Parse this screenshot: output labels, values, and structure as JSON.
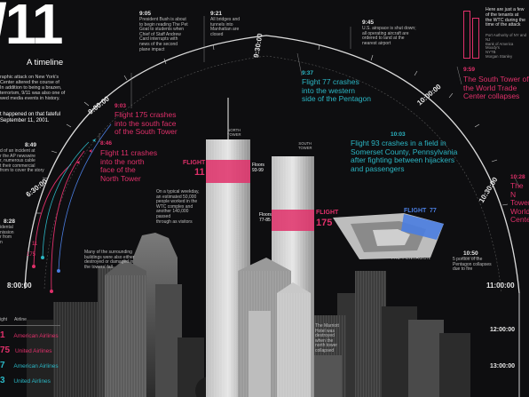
{
  "colors": {
    "background": "#0e0e10",
    "pink": "#e0306a",
    "cyan": "#2bb6c4",
    "blue": "#4a7de0",
    "text": "#e8e8e8",
    "note": "#bdbdbd"
  },
  "title": {
    "main": "/11",
    "subtitle": "A timeline"
  },
  "intro": {
    "text": "raphic attack on New York's\nCenter altered the course of\nIn addition to being a brazen,\nterrorism, 9/11 was also one of\nwed media events in history.",
    "lead": "t happened on that fateful\nSeptember 11, 2001."
  },
  "clock_labels": [
    "8:00:00",
    "6:30:00",
    "9:00:00",
    "9:30:00",
    "10:00:00",
    "10:30:00",
    "11:00:00",
    "12:00:00",
    "13:00:00"
  ],
  "events": [
    {
      "time": "9:03",
      "text": "Flight 175 crashes\ninto the south face\nof the South Tower"
    },
    {
      "time": "8:46",
      "text": "Flight 11 crashes\ninto the north\nface of the\nNorth Tower"
    },
    {
      "time": "9:37",
      "text": "Flight 77 crashes\ninto the western\nside of the Pentagon"
    },
    {
      "time": "9:59",
      "text": "The South Tower of\nthe World Trade\nCenter collapses"
    },
    {
      "time": "10:03",
      "text": "Flight 93 crashes in a field in\nSomerset County, Pennsylvania\nafter fighting between hijackers\nand passengers"
    },
    {
      "time": "10:28",
      "text": "The N\nTower\nWorld\nCente"
    }
  ],
  "notes": [
    {
      "time": "9:05",
      "text": "President Bush is about\nto begin reading The Pet\nGoat to students when\nChief of Staff Andrew\nCard interrupts with\nnews of the second\nplane impact"
    },
    {
      "time": "9:21",
      "text": "All bridges and\ntunnels into\nManhattan are\nclosed"
    },
    {
      "time": "9:45",
      "text": "U.S. airspace is shut down;\nall operating aircraft are\nordered to land at the\nnearest airport"
    },
    {
      "time": "8:49",
      "text": "d of an incident at\nr the AP newswire\nr, numerous cable\nt their commercial\nfrom to cover the story"
    },
    {
      "time": "8:28",
      "text": "idental\nnission\nr from\nn"
    },
    {
      "time": "10:50",
      "text": "5 portion of the\nPentagon collapses\ndue to fire"
    }
  ],
  "tenants": {
    "heading": "Here are just a few\nof the tenants at\nthe WTC during the\ntime of the attack",
    "list": "Port Authority of NY and NJ\nBank of America\nMoody's\nNYTB\nMorgan Stanley"
  },
  "tower_labels": {
    "north": "NORTH\nTOWER",
    "south": "SOUTH\nTOWER"
  },
  "flight_labels": [
    {
      "name": "FLIGHT",
      "number": "11",
      "floors": "Floors\n93-99"
    },
    {
      "name": "FLIGHT",
      "number": "175",
      "floors": "Floors\n77-85"
    },
    {
      "name": "FLIGHT",
      "number": "77"
    }
  ],
  "pentagon_label": "THE PENTAGON",
  "building_notes": [
    "On a typical weekday,\nan estimated 50,000\npeople worked in the\nWTC complex and\nanother 140,000 passed\nthrough as visitors",
    "Many of the surrounding\nbuildings were also either\ndestroyed or damaged in\nthe towers' fall",
    "The Marriott\nHotel was\ndestroyed\nwhen the\nnorth tower\ncollapsed"
  ],
  "legend": {
    "header": [
      "ight",
      "Airline"
    ],
    "rows": [
      {
        "flight": "1",
        "airline": "American Airlines",
        "color": "#e0306a"
      },
      {
        "flight": "75",
        "airline": "United Airlines",
        "color": "#e0306a"
      },
      {
        "flight": "7",
        "airline": "American Airlines",
        "color": "#2bb6c4"
      },
      {
        "flight": "3",
        "airline": "United Airlines",
        "color": "#2bb6c4"
      }
    ]
  },
  "arc_flight_markers": [
    "11",
    "175"
  ]
}
